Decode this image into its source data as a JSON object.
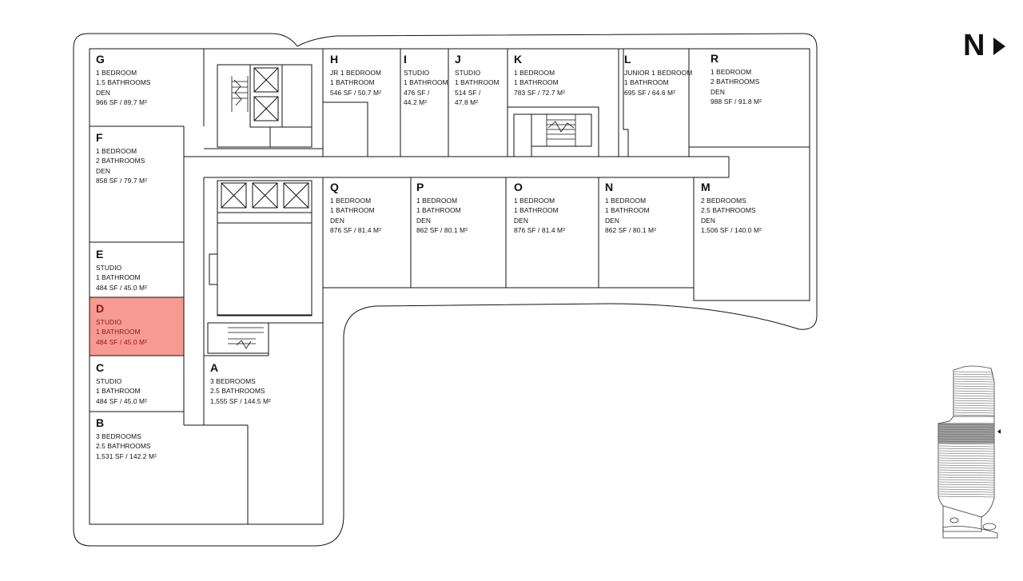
{
  "compass": {
    "label": "N"
  },
  "units": {
    "G": {
      "letter": "G",
      "lines": [
        "1 BEDROOM",
        "1.5 BATHROOMS",
        "DEN",
        "966 SF / 89.7 M²"
      ]
    },
    "F": {
      "letter": "F",
      "lines": [
        "1 BEDROOM",
        "2 BATHROOMS",
        "DEN",
        "858 SF / 79.7 M²"
      ]
    },
    "E": {
      "letter": "E",
      "lines": [
        "STUDIO",
        "1 BATHROOM",
        "484 SF / 45.0 M²"
      ]
    },
    "D": {
      "letter": "D",
      "lines": [
        "STUDIO",
        "1 BATHROOM",
        "484 SF / 45.0 M²"
      ]
    },
    "C": {
      "letter": "C",
      "lines": [
        "STUDIO",
        "1 BATHROOM",
        "484 SF / 45.0 M²"
      ]
    },
    "B": {
      "letter": "B",
      "lines": [
        "3 BEDROOMS",
        "2.5 BATHROOMS",
        "1,531 SF / 142.2 M²"
      ]
    },
    "A": {
      "letter": "A",
      "lines": [
        "3 BEDROOMS",
        "2.5 BATHROOMS",
        "1,555 SF / 144.5 M²"
      ]
    },
    "H": {
      "letter": "H",
      "lines": [
        "JR 1 BEDROOM",
        "1 BATHROOM",
        "546 SF / 50.7 M²"
      ]
    },
    "I": {
      "letter": "I",
      "lines": [
        "STUDIO",
        "1 BATHROOM",
        "476 SF /",
        "44.2 M²"
      ]
    },
    "J": {
      "letter": "J",
      "lines": [
        "STUDIO",
        "1 BATHROOM",
        "514 SF /",
        "47.8 M²"
      ]
    },
    "K": {
      "letter": "K",
      "lines": [
        "1 BEDROOM",
        "1 BATHROOM",
        "783 SF / 72.7 M²"
      ]
    },
    "L": {
      "letter": "L",
      "lines": [
        "JUNIOR 1 BEDROOM",
        "1 BATHROOM",
        "695 SF / 64.6 M²"
      ]
    },
    "R": {
      "letter": "R",
      "lines": [
        "1 BEDROOM",
        "2 BATHROOMS",
        "DEN",
        "988 SF / 91.8 M²"
      ]
    },
    "Q": {
      "letter": "Q",
      "lines": [
        "1 BEDROOM",
        "1 BATHROOM",
        "DEN",
        "876 SF / 81.4 M²"
      ]
    },
    "P": {
      "letter": "P",
      "lines": [
        "1 BEDROOM",
        "1 BATHROOM",
        "DEN",
        "862 SF / 80.1 M²"
      ]
    },
    "O": {
      "letter": "O",
      "lines": [
        "1 BEDROOM",
        "1 BATHROOM",
        "DEN",
        "876 SF / 81.4 M²"
      ]
    },
    "N": {
      "letter": "N",
      "lines": [
        "1 BEDROOM",
        "1 BATHROOM",
        "DEN",
        "862 SF / 80.1 M²"
      ]
    },
    "M": {
      "letter": "M",
      "lines": [
        "2 BEDROOMS",
        "2.5 BATHROOMS",
        "DEN",
        "1,506 SF / 140.0 M²"
      ]
    }
  },
  "selected_unit": "D",
  "colors": {
    "highlight": "#f79a92",
    "highlight_text": "#8a1b16",
    "line": "#111111"
  }
}
